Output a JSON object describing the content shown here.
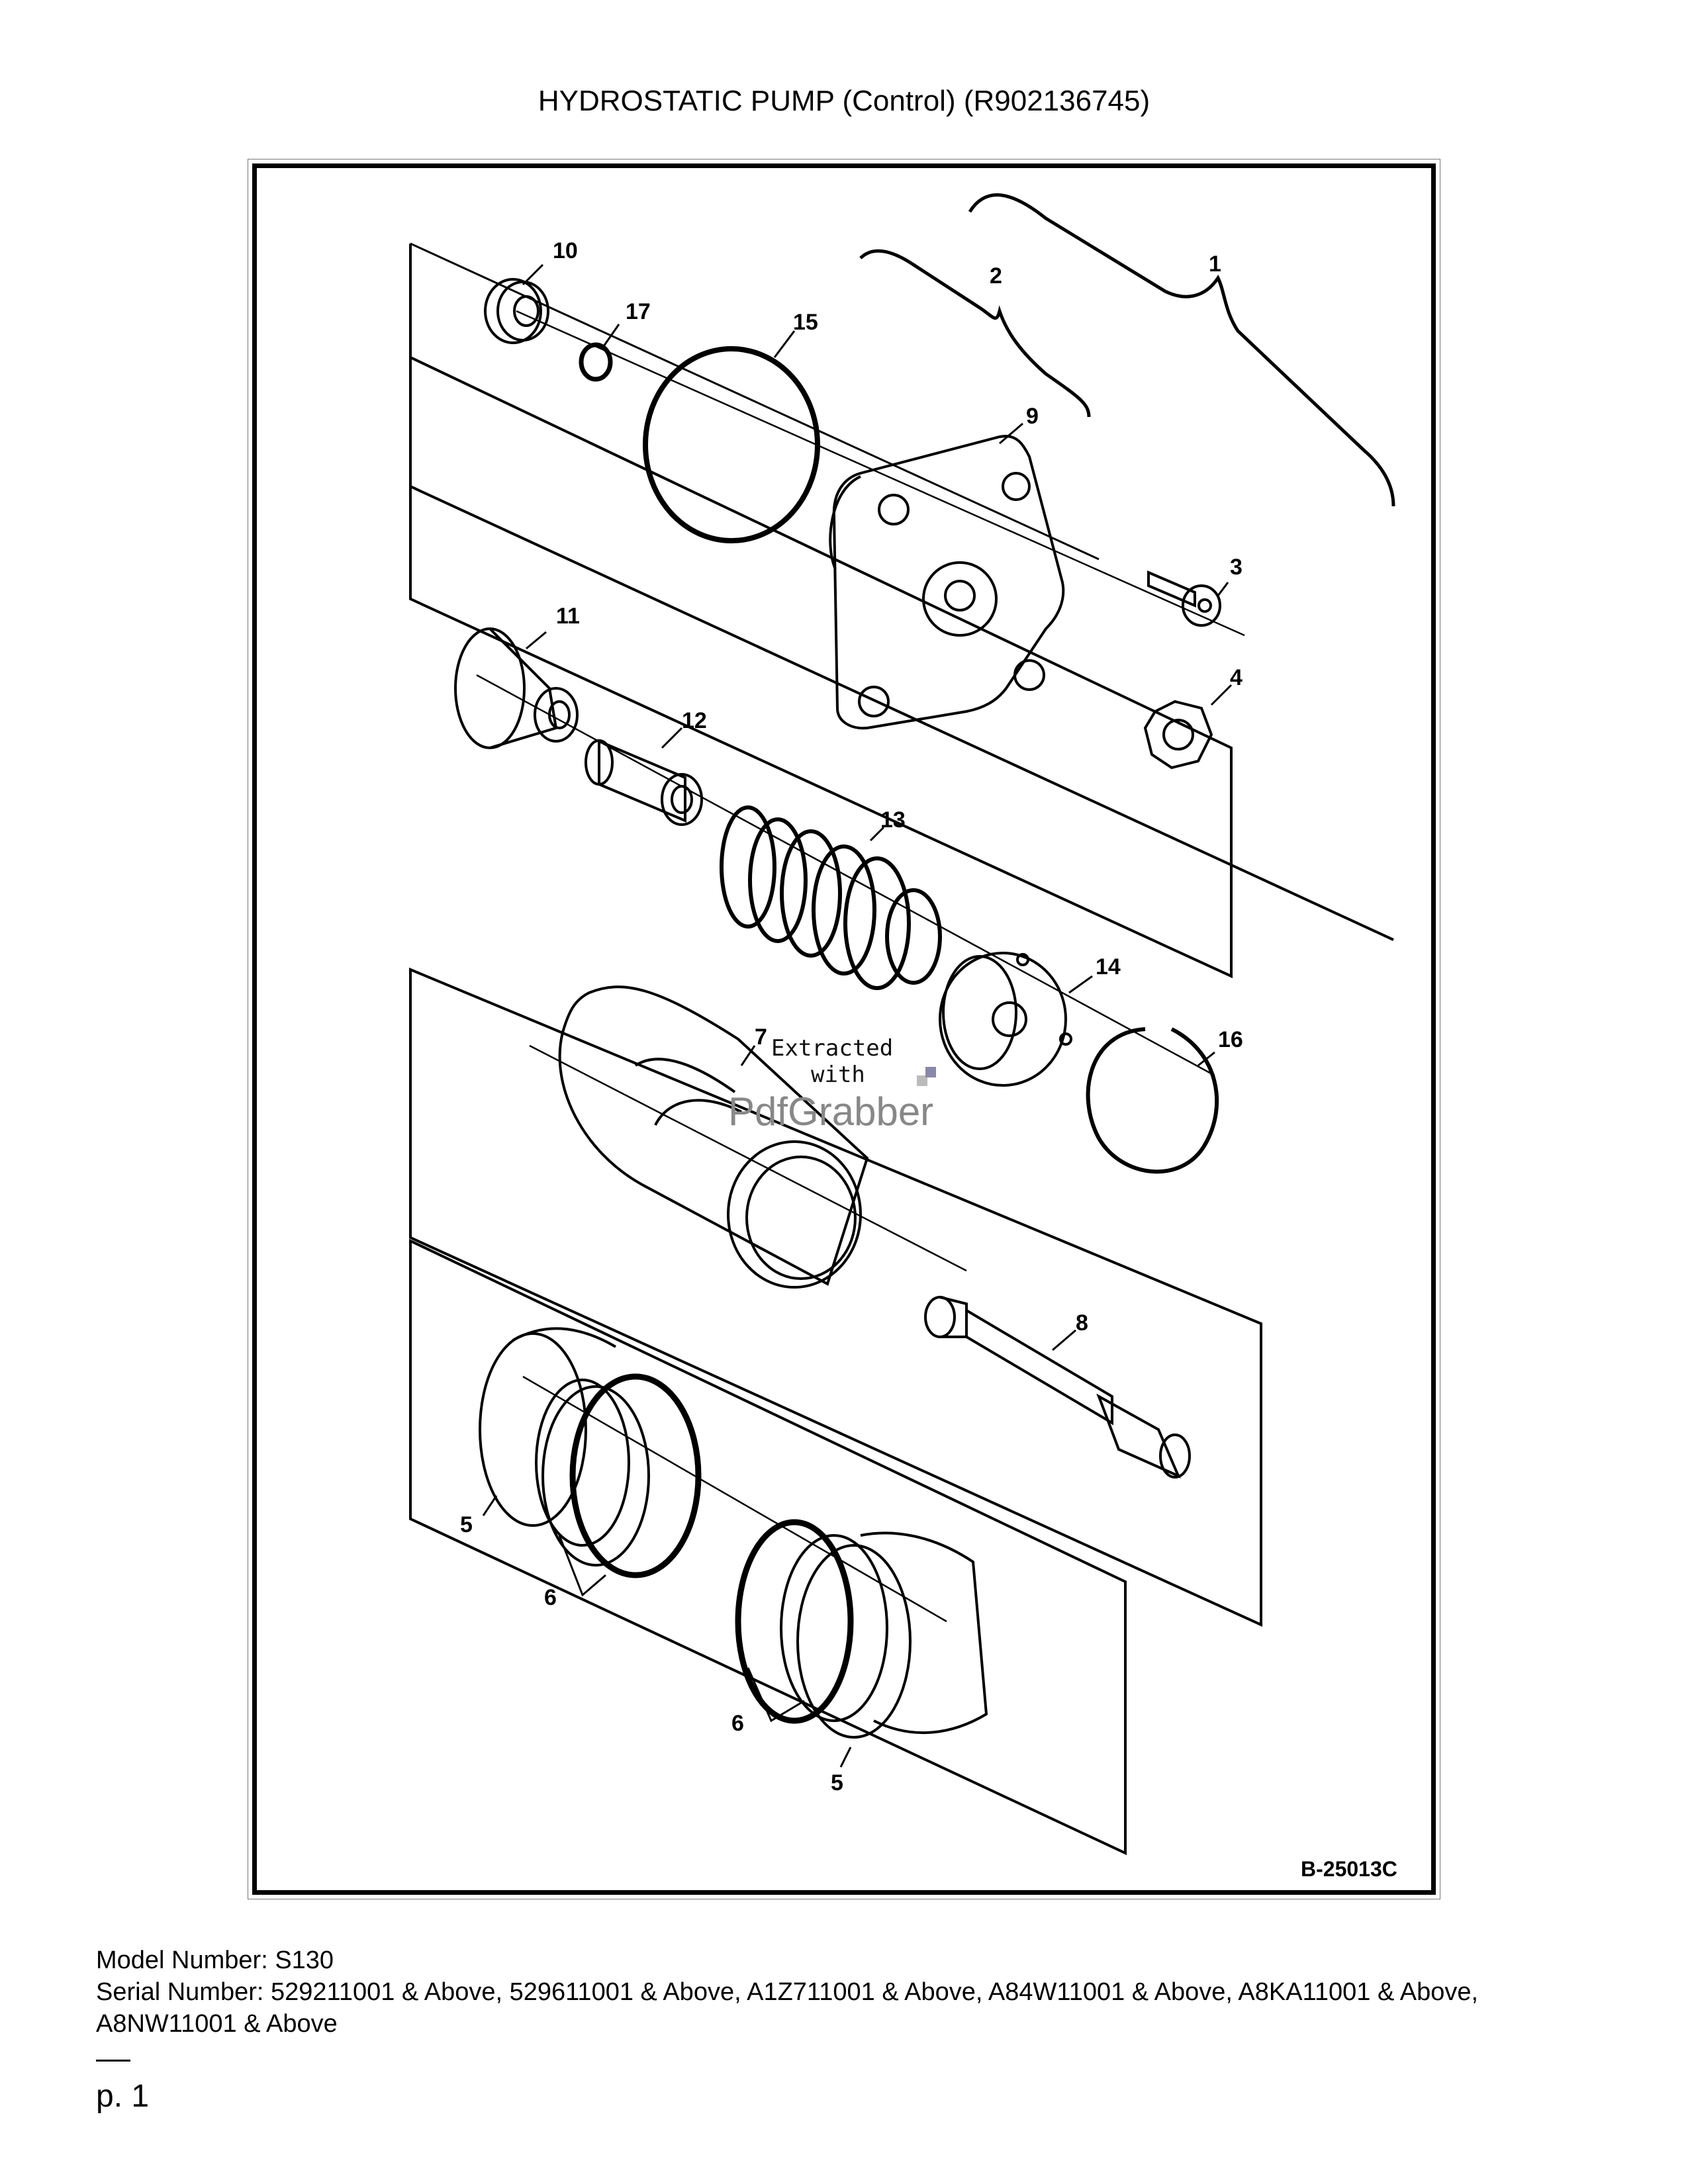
{
  "document": {
    "title": "HYDROSTATIC PUMP (Control) (R902136745)",
    "figure_id": "B-25013C",
    "model_line": "Model Number: S130",
    "serial_line": "Serial Number: 529211001 & Above, 529611001 & Above, A1Z711001 & Above, A84W11001 & Above, A8KA11001 & Above, A8NW11001 & Above",
    "page_label": "p. 1"
  },
  "callouts": {
    "c1": "1",
    "c2": "2",
    "c3": "3",
    "c4": "4",
    "c5a": "5",
    "c5b": "5",
    "c6a": "6",
    "c6b": "6",
    "c7": "7",
    "c8": "8",
    "c9": "9",
    "c10": "10",
    "c11": "11",
    "c12": "12",
    "c13": "13",
    "c14": "14",
    "c15": "15",
    "c16": "16",
    "c17": "17"
  },
  "watermark": {
    "line1": "Extracted",
    "line2": "with",
    "brand": "PdfGrabber"
  }
}
